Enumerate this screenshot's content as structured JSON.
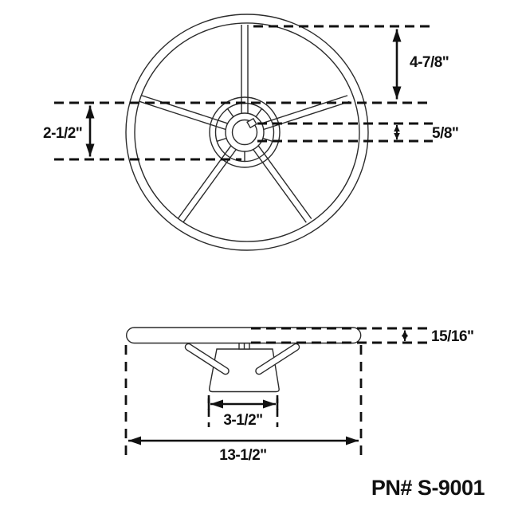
{
  "colors": {
    "ink": "#111111",
    "line": "#2b2b2b",
    "background": "#ffffff"
  },
  "front_view": {
    "rim_to_hub": "4-7/8\"",
    "hub_diameter": "2-1/2\"",
    "shaft_bore": "5/8\""
  },
  "side_view": {
    "rim_thickness": "15/16\"",
    "hub_base_width": "3-1/2\"",
    "overall_diameter": "13-1/2\""
  },
  "part_number": "PN# S-9001"
}
